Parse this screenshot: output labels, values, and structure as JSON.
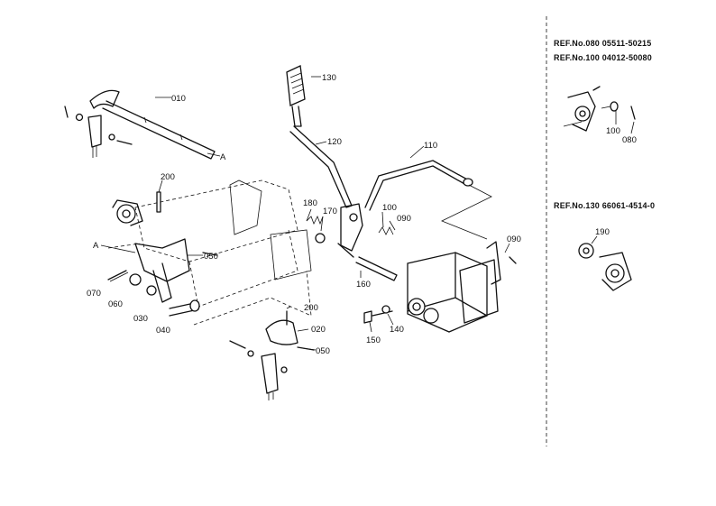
{
  "parts": {
    "p010": "010",
    "p020": "020",
    "p030": "030",
    "p040": "040",
    "p050a": "050",
    "p050b": "050",
    "p060": "060",
    "p070": "070",
    "p080": "080",
    "p090a": "090",
    "p090b": "090",
    "p100": "100",
    "p110": "110",
    "p120": "120",
    "p130": "130",
    "p140": "140",
    "p150": "150",
    "p160": "160",
    "p170": "170",
    "p180": "180",
    "p190": "190",
    "p200a": "200",
    "p200b": "200",
    "a_top": "A",
    "a_side": "A"
  },
  "refs": {
    "ref080": "REF.No.080  05511-50215",
    "ref100": "REF.No.100  04012-50080",
    "ref130": "REF.No.130  66061-4514-0",
    "inset_080": "080",
    "inset_100": "100",
    "inset_190": "190"
  }
}
